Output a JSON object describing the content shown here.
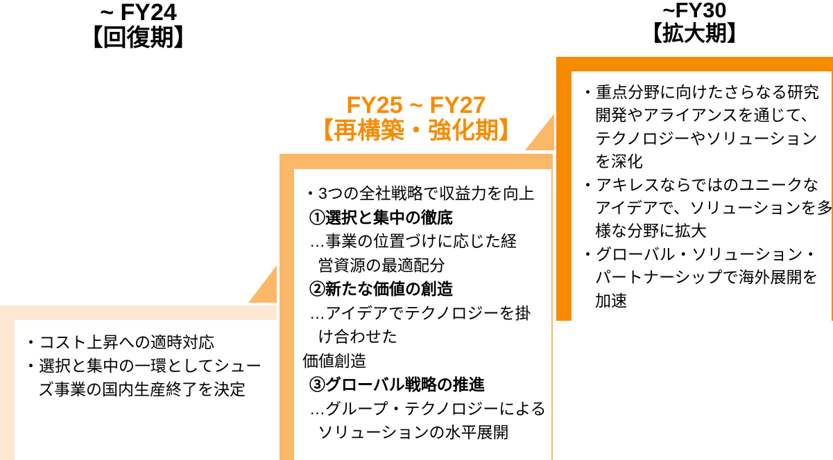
{
  "colors": {
    "dark_orange": "#F78B00",
    "light_orange": "#FBB869",
    "cream": "#FDE9D2",
    "title_text": "#000000",
    "body_text": "#000000",
    "background": "#FFFFFF"
  },
  "phases": [
    {
      "key": "fy24",
      "title": [
        "~ FY24",
        "【回復期】"
      ],
      "lines": [
        {
          "t": "・コスト上昇への適時対応",
          "i": 0,
          "b": false
        },
        {
          "t": "・選択と集中の一環としてシュー",
          "i": 0,
          "b": false
        },
        {
          "t": "ズ事業の国内生産終了を決定",
          "i": 2,
          "b": false
        }
      ]
    },
    {
      "key": "fy25-27",
      "title": [
        "FY25 ~ FY27",
        "【再構築・強化期】"
      ],
      "lines": [
        {
          "t": "・3つの全社戦略で収益力を向上",
          "i": 0,
          "b": false
        },
        {
          "t": "①選択と集中の徹底",
          "i": 1,
          "b": true
        },
        {
          "t": "…事業の位置づけに応じた経",
          "i": 1,
          "b": false
        },
        {
          "t": "営資源の最適配分",
          "i": 2,
          "b": false
        },
        {
          "t": "②新たな価値の創造",
          "i": 1,
          "b": true
        },
        {
          "t": "…アイデアでテクノロジーを掛",
          "i": 1,
          "b": false
        },
        {
          "t": "け合わせた",
          "i": 2,
          "b": false
        },
        {
          "t": "価値創造",
          "i": 0,
          "b": false
        },
        {
          "t": "③グローバル戦略の推進",
          "i": 1,
          "b": true
        },
        {
          "t": "…グループ・テクノロジーによる",
          "i": 1,
          "b": false
        },
        {
          "t": "ソリューションの水平展開",
          "i": 2,
          "b": false
        }
      ]
    },
    {
      "key": "fy30",
      "title": [
        "~FY30",
        "【拡大期】"
      ],
      "lines": [
        {
          "t": "・重点分野に向けたさらなる研究",
          "i": 0,
          "b": false
        },
        {
          "t": "開発やアライアンスを通じて、",
          "i": 2,
          "b": false
        },
        {
          "t": "テクノロジーやソリューション",
          "i": 2,
          "b": false
        },
        {
          "t": "を深化",
          "i": 2,
          "b": false
        },
        {
          "t": "・アキレスならではのユニークな",
          "i": 0,
          "b": false
        },
        {
          "t": "アイデアで、ソリューションを多",
          "i": 2,
          "b": false
        },
        {
          "t": "様な分野に拡大",
          "i": 2,
          "b": false
        },
        {
          "t": "・グローバル・ソリューション・",
          "i": 0,
          "b": false
        },
        {
          "t": "パートナーシップで海外展開を",
          "i": 2,
          "b": false
        },
        {
          "t": "加速",
          "i": 2,
          "b": false
        }
      ]
    }
  ]
}
